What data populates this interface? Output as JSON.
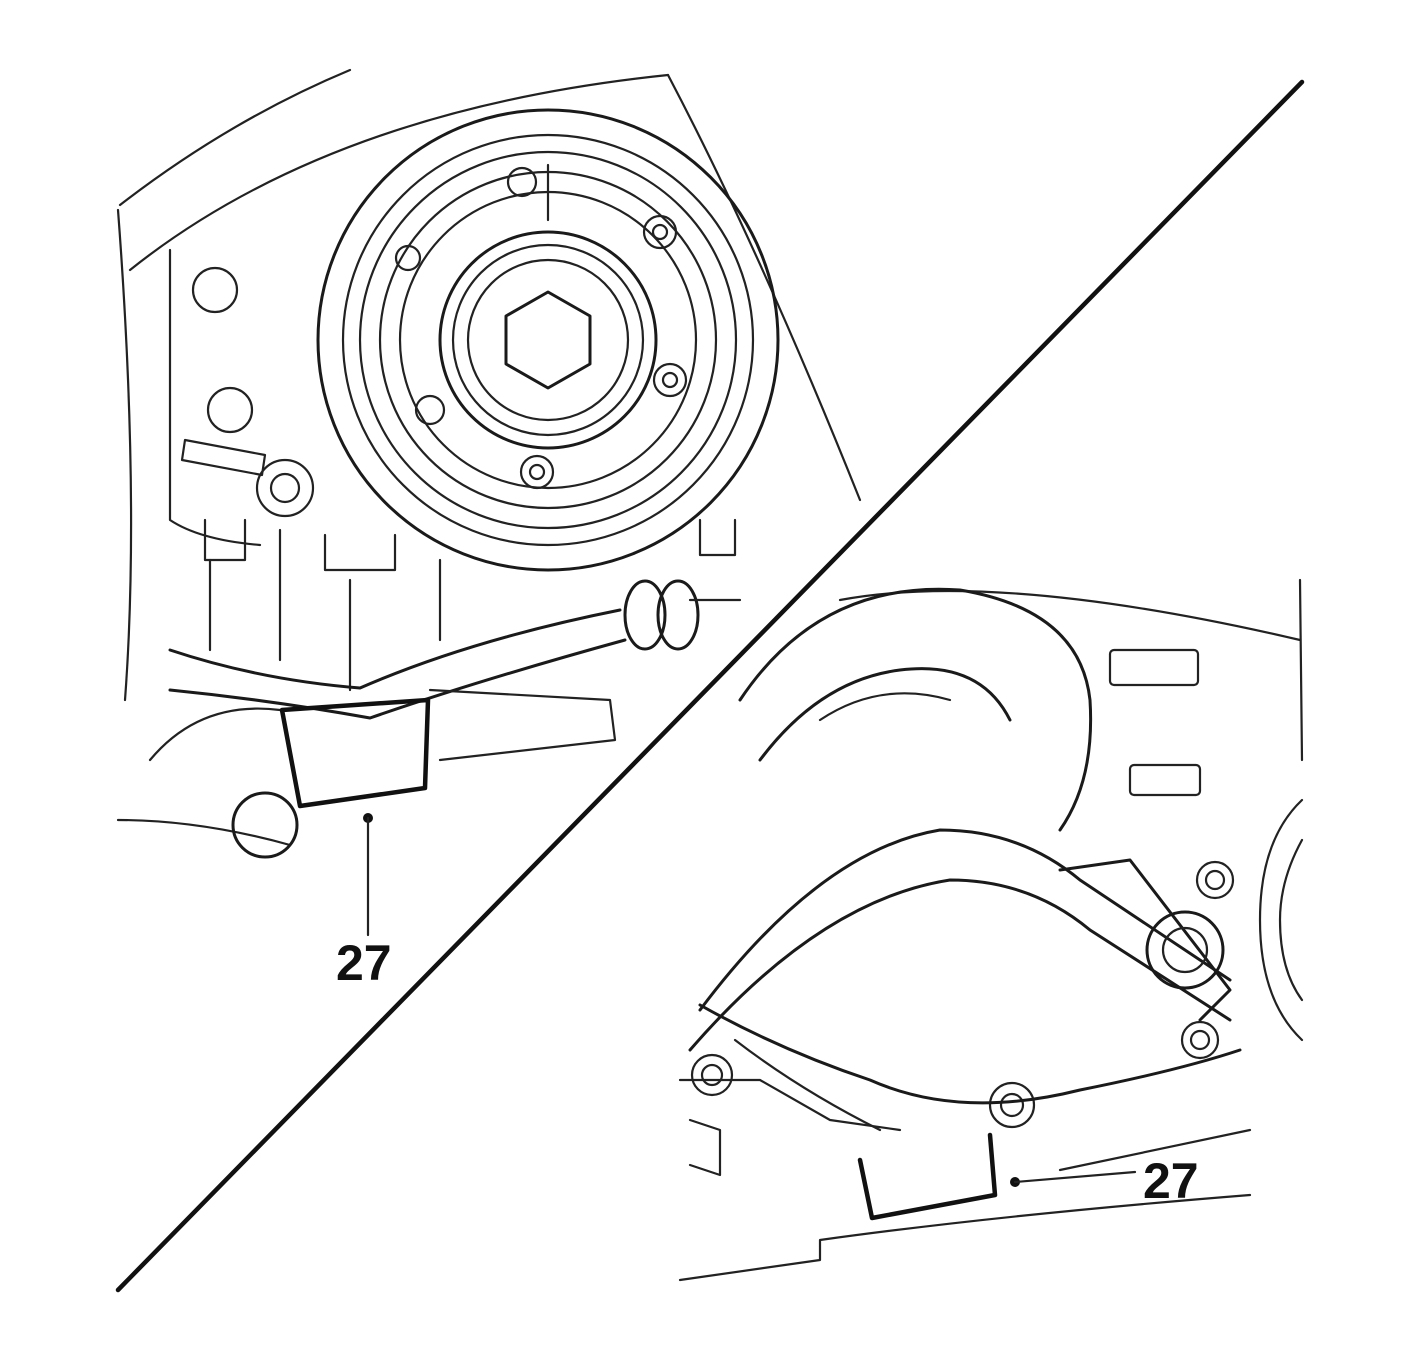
{
  "figure": {
    "callouts": [
      {
        "id": "upper-left",
        "label": "27"
      },
      {
        "id": "lower-right",
        "label": "27"
      }
    ]
  },
  "colors": {
    "line": "#1a1a1a",
    "background": "#ffffff"
  }
}
